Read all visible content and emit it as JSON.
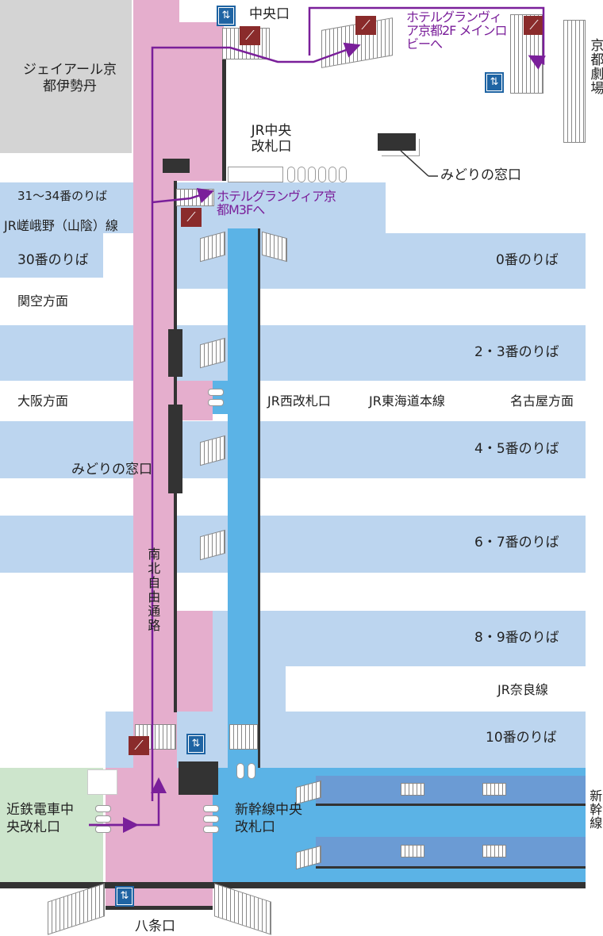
{
  "title": "京都駅 構内図",
  "areas": {
    "isetan": "ジェイアール京都伊勢丹",
    "central_exit": "中央口",
    "jr_central_gate": "JR中央改札口",
    "midori_north": "みどりの窓口",
    "midori_west": "みどりの窓口",
    "kyoto_theater": "京都劇場",
    "hotel_2f": "ホテルグランヴィア京都2F メインロビーへ",
    "hotel_m3f": "ホテルグランヴィア京都M3Fへ",
    "north_south_passage": "南北自由通路",
    "jr_west_gate": "JR西改札口",
    "tokaido_line": "JR東海道本線",
    "nagoya_dir": "名古屋方面",
    "osaka_dir": "大阪方面",
    "kanku_dir": "関空方面",
    "sagano_line": "JR嵯峨野（山陰）線",
    "nara_line": "JR奈良線",
    "kintetsu_gate": "近鉄電車中央改札口",
    "shinkansen_gate": "新幹線中央改札口",
    "shinkansen": "新幹線",
    "hachijo_exit": "八条口"
  },
  "platforms": {
    "p31_34": "31～34番のりば",
    "p30": "30番のりば",
    "p0": "0番のりば",
    "p2_3": "2・3番のりば",
    "p4_5": "4・5番のりば",
    "p6_7": "6・7番のりば",
    "p8_9": "8・9番のりば",
    "p10": "10番のりば"
  },
  "colors": {
    "passage": "#e5aecd",
    "platform": "#bcd5ef",
    "jr_west": "#5bb3e6",
    "shinkansen": "#6b9bd4",
    "kintetsu": "#cde5cc",
    "route": "#7a1f9a",
    "elevator": "#1f64a3",
    "escalator": "#8a2b2b"
  }
}
